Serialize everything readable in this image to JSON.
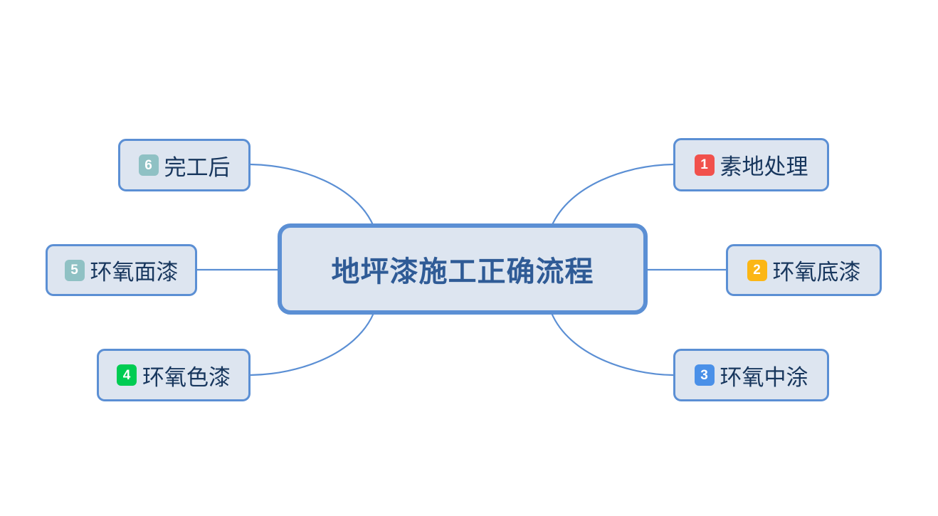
{
  "diagram": {
    "type": "mind-map",
    "title": "地坪漆施工正确流程",
    "background_color": "#ffffff",
    "node_fill": "#dde5f0",
    "node_border": "#5b8fd4",
    "connector_color": "#5b8fd4",
    "central": {
      "label": "地坪漆施工正确流程",
      "text_color": "#2f5b96"
    },
    "branches": [
      {
        "number": "1",
        "label": "素地处理",
        "badge_color": "#f1514c",
        "side": "right",
        "position": "top"
      },
      {
        "number": "2",
        "label": "环氧底漆",
        "badge_color": "#fbb615",
        "side": "right",
        "position": "middle"
      },
      {
        "number": "3",
        "label": "环氧中涂",
        "badge_color": "#4a90e8",
        "side": "right",
        "position": "bottom"
      },
      {
        "number": "4",
        "label": "环氧色漆",
        "badge_color": "#00cc52",
        "side": "left",
        "position": "bottom"
      },
      {
        "number": "5",
        "label": "环氧面漆",
        "badge_color": "#8fc1c4",
        "side": "left",
        "position": "middle"
      },
      {
        "number": "6",
        "label": "完工后",
        "badge_color": "#8fc1c4",
        "side": "left",
        "position": "top"
      }
    ]
  }
}
